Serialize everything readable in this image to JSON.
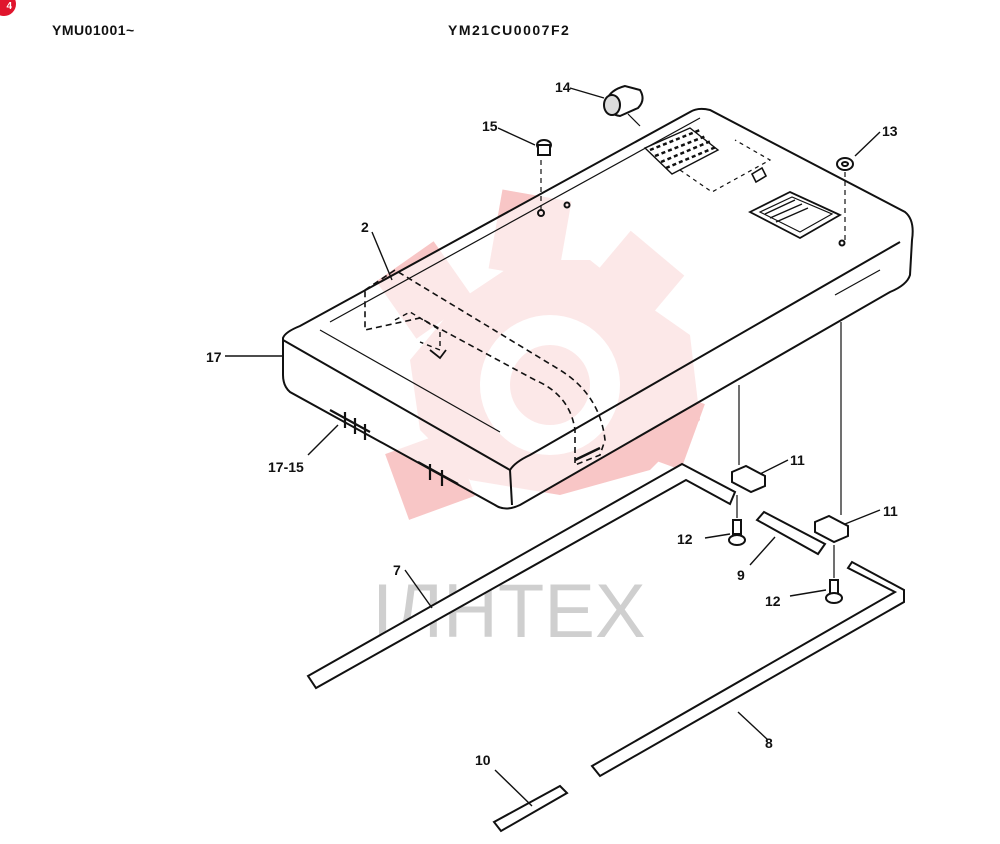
{
  "header": {
    "serial_range": "YMU01001~",
    "drawing_number": "YM21CU0007F2",
    "page_marker": "4"
  },
  "watermark": {
    "text": "IЛHTEX",
    "gear_color": "#f6b3b3",
    "text_color": "#cfcfcf"
  },
  "callouts": [
    {
      "id": "c2",
      "label": "2"
    },
    {
      "id": "c7",
      "label": "7"
    },
    {
      "id": "c8",
      "label": "8"
    },
    {
      "id": "c9",
      "label": "9"
    },
    {
      "id": "c10",
      "label": "10"
    },
    {
      "id": "c11a",
      "label": "11"
    },
    {
      "id": "c11b",
      "label": "11"
    },
    {
      "id": "c12a",
      "label": "12"
    },
    {
      "id": "c12b",
      "label": "12"
    },
    {
      "id": "c13",
      "label": "13"
    },
    {
      "id": "c14",
      "label": "14"
    },
    {
      "id": "c15",
      "label": "15"
    },
    {
      "id": "c17",
      "label": "17"
    },
    {
      "id": "c17-15",
      "label": "17-15"
    }
  ]
}
